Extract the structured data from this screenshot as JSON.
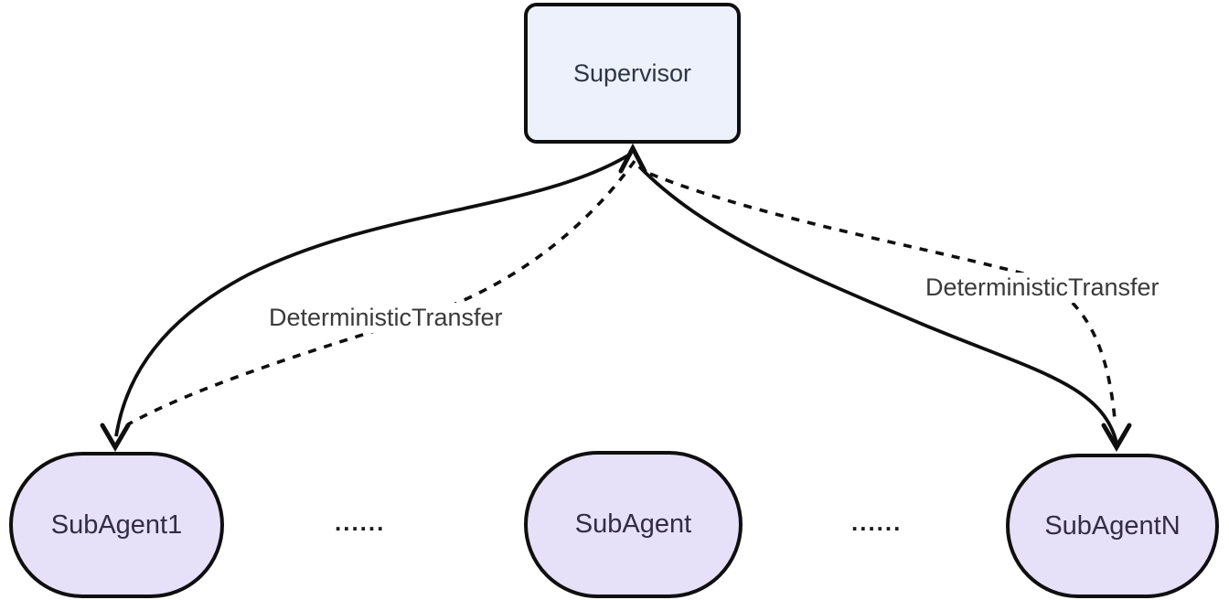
{
  "diagram": {
    "supervisor": {
      "label": "Supervisor"
    },
    "subagents": [
      {
        "label": "SubAgent1"
      },
      {
        "label": "SubAgent"
      },
      {
        "label": "SubAgentN"
      }
    ],
    "separators": {
      "left": "......",
      "right": "......"
    },
    "edge_labels": {
      "left": "DeterministicTransfer",
      "right": "DeterministicTransfer"
    },
    "colors": {
      "supervisor_fill": "#edf1fb",
      "subagent_fill": "#e7e0f9",
      "node_border": "#0f0f0f",
      "edge_stroke": "#0f0f0f",
      "supervisor_text": "#2d3543",
      "subagent_text": "#322c44",
      "edge_label_text": "#3a3a3a"
    }
  }
}
